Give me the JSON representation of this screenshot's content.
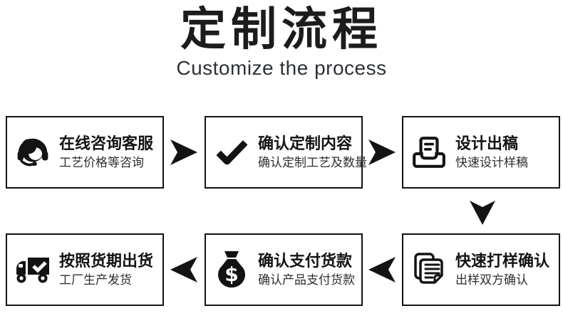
{
  "header": {
    "title": "定制流程",
    "subtitle": "Customize the process"
  },
  "steps": [
    {
      "icon": "headset-agent-icon",
      "title": "在线咨询客服",
      "subtitle": "工艺价格等咨询"
    },
    {
      "icon": "checkmark-icon",
      "title": "确认定制内容",
      "subtitle": "确认定制工艺及数量"
    },
    {
      "icon": "inbox-draft-icon",
      "title": "设计出稿",
      "subtitle": "快速设计样稿"
    },
    {
      "icon": "stacked-documents-icon",
      "title": "快速打样确认",
      "subtitle": "出样双方确认"
    },
    {
      "icon": "money-bag-icon",
      "title": "确认支付货款",
      "subtitle": "确认产品支付货款"
    },
    {
      "icon": "delivery-truck-icon",
      "title": "按照货期出货",
      "subtitle": "工厂生产发货"
    }
  ],
  "arrows": [
    {
      "name": "arrow-right-icon",
      "direction": "right"
    },
    {
      "name": "arrow-right-icon",
      "direction": "right"
    },
    {
      "name": "arrow-down-icon",
      "direction": "down"
    },
    {
      "name": "arrow-left-icon",
      "direction": "left"
    },
    {
      "name": "arrow-left-icon",
      "direction": "left"
    }
  ],
  "colors": {
    "ink": "#131313",
    "background": "#ffffff",
    "subtitle_text": "#2d3138"
  }
}
